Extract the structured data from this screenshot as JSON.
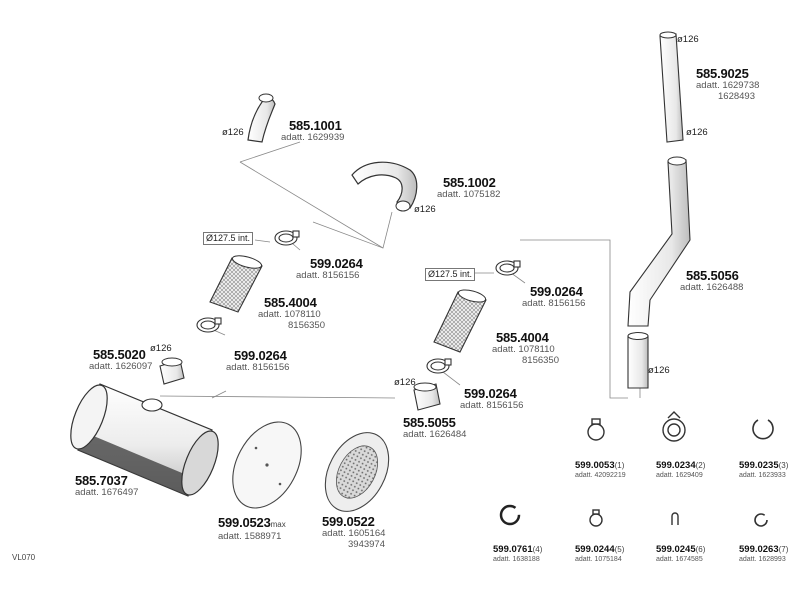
{
  "diagram_code": "VL070",
  "labels": {
    "p5851001": {
      "pn": "585.1001",
      "sub": "adatt. 1629939"
    },
    "p5851002": {
      "pn": "585.1002",
      "sub": "adatt. 1075182"
    },
    "p5859025": {
      "pn": "585.9025",
      "sub1": "adatt. 1629738",
      "sub2": "1628493"
    },
    "p5855056": {
      "pn": "585.5056",
      "sub": "adatt. 1626488"
    },
    "p5990264_a": {
      "pn": "599.0264",
      "sub": "adatt. 8156156"
    },
    "p5990264_b": {
      "pn": "599.0264",
      "sub": "adatt. 8156156"
    },
    "p5990264_c": {
      "pn": "599.0264",
      "sub": "adatt. 8156156"
    },
    "p5990264_d": {
      "pn": "599.0264",
      "sub": "adatt. 8156156"
    },
    "p5854004_a": {
      "pn": "585.4004",
      "sub1": "adatt. 1078110",
      "sub2": "8156350"
    },
    "p5854004_b": {
      "pn": "585.4004",
      "sub1": "adatt. 1078110",
      "sub2": "8156350"
    },
    "p5855020": {
      "pn": "585.5020",
      "sub": "adatt. 1626097"
    },
    "p5855055": {
      "pn": "585.5055",
      "sub": "adatt. 1626484"
    },
    "p5857037": {
      "pn": "585.7037",
      "sub": "adatt. 1676497"
    },
    "p5990523": {
      "pn": "599.0523",
      "sup": "max",
      "sub": "adatt. 1588971"
    },
    "p5990522": {
      "pn": "599.0522",
      "sub1": "adatt. 1605164",
      "sub2": "3943974"
    }
  },
  "diameters": {
    "d126_1001": "ø126",
    "d126_1002": "ø126",
    "d126_top": "ø126",
    "d126_9025": "ø126",
    "d126_5056": "ø126",
    "d126_5020": "ø126",
    "d126_5055": "ø126",
    "box_left": "Ø127.5 int.",
    "box_right": "Ø127.5 int."
  },
  "kit": [
    {
      "pn": "599.0053",
      "sup": "(1)",
      "sub": "adatt. 42092219",
      "icon": "band-clamp-icon"
    },
    {
      "pn": "599.0234",
      "sup": "(2)",
      "sub": "adatt. 1629409",
      "icon": "v-clamp-icon"
    },
    {
      "pn": "599.0235",
      "sup": "(3)",
      "sub": "adatt. 1623933",
      "icon": "open-clamp-icon"
    },
    {
      "pn": "599.0761",
      "sup": "(4)",
      "sub": "adatt. 1638188",
      "icon": "gasket-ring-icon"
    },
    {
      "pn": "599.0244",
      "sup": "(5)",
      "sub": "adatt. 1075184",
      "icon": "small-clamp-icon"
    },
    {
      "pn": "599.0245",
      "sup": "(6)",
      "sub": "adatt. 1674585",
      "icon": "u-bolt-icon"
    },
    {
      "pn": "599.0263",
      "sup": "(7)",
      "sub": "adatt. 1628993",
      "icon": "split-ring-icon"
    }
  ]
}
